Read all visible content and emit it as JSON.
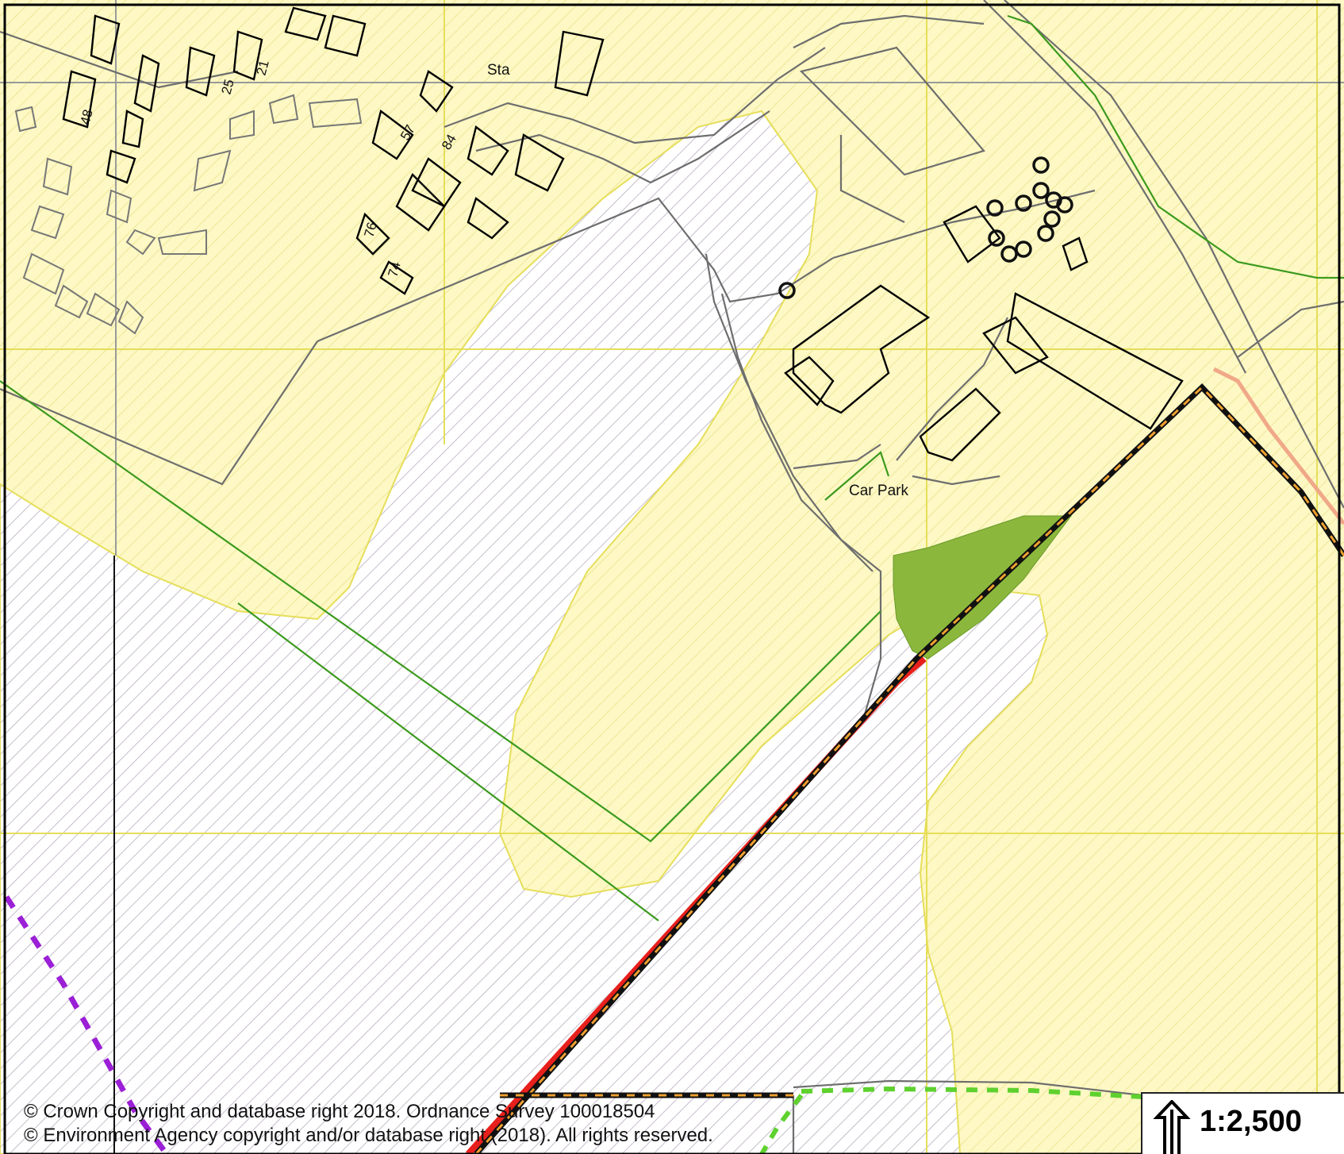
{
  "map": {
    "labels": {
      "car_park": "Car Park",
      "station": "Sta"
    },
    "house_numbers": [
      "48",
      "25",
      "21",
      "57",
      "84",
      "76",
      "74"
    ],
    "colors": {
      "base_fill": "#fdf8c4",
      "hatch_zone": "#c9c2ce",
      "building_outline": "#000000",
      "road_outline": "#6e6e6e",
      "boundary_green": "#3c9a1e",
      "grid_yellow": "#e6de5a",
      "site_boundary_red": "#e8201c",
      "dashed_orange": "#f0a030",
      "dashed_purple": "#9b1fd6",
      "dashed_green": "#5ed12e",
      "green_area": "#8bb83c",
      "salmon_line": "#f0a888"
    }
  },
  "footer": {
    "copyright_os": "© Crown Copyright and database right 2018. Ordnance Survey 100018504",
    "copyright_ea": "© Environment Agency copyright and/or database right (2018). All rights reserved."
  },
  "scale": {
    "label": "1:2,500",
    "north_icon": "north-arrow-icon"
  }
}
